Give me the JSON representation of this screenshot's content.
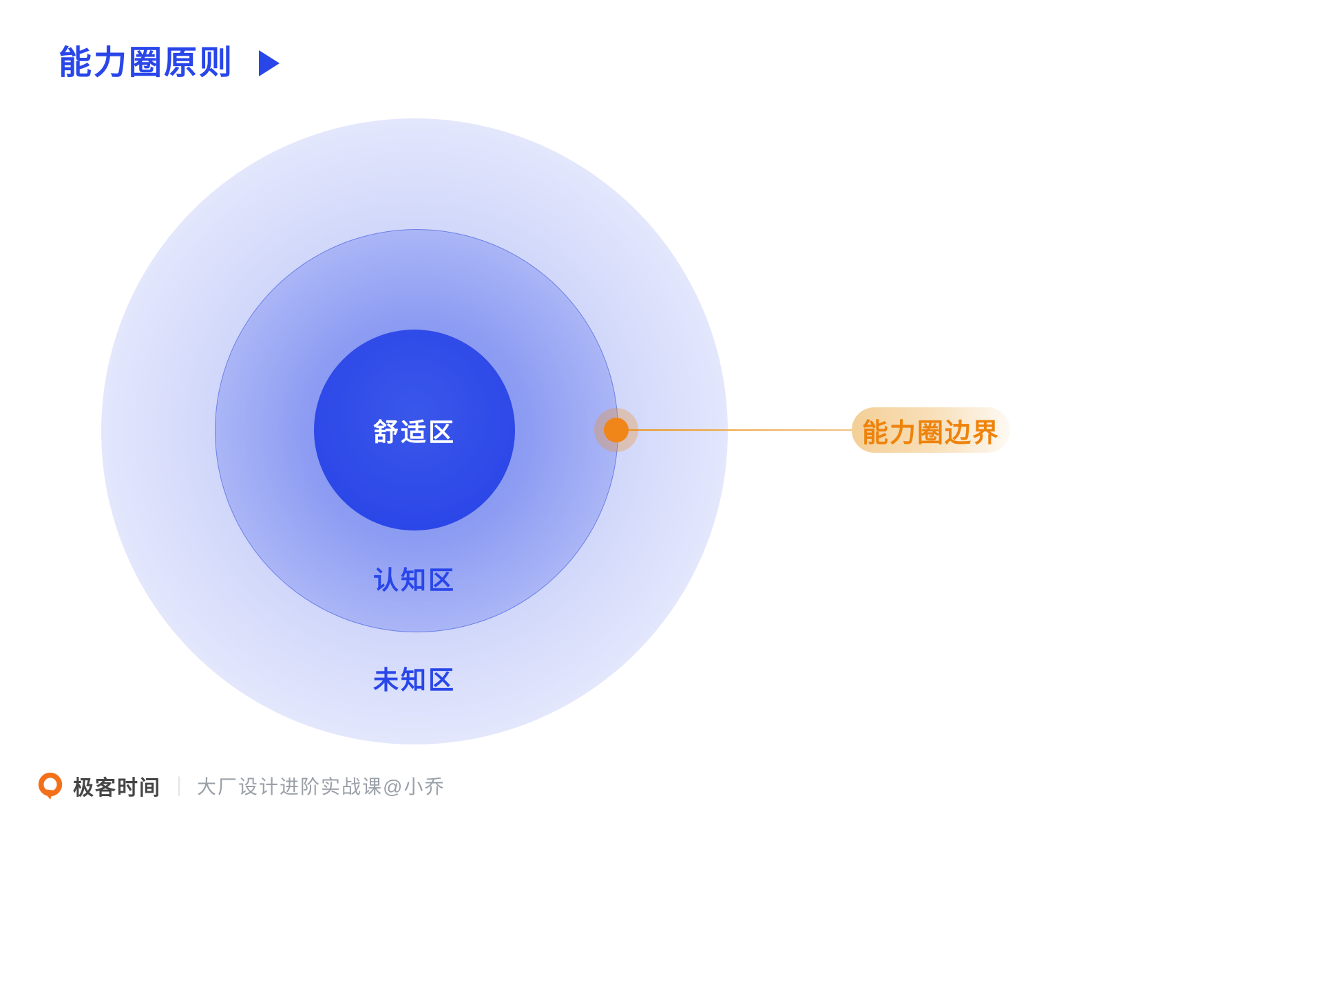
{
  "header": {
    "title": "能力圈原则"
  },
  "diagram": {
    "zones": [
      {
        "id": "comfort",
        "label": "舒适区"
      },
      {
        "id": "cognition",
        "label": "认知区"
      },
      {
        "id": "unknown",
        "label": "未知区"
      }
    ],
    "boundary": {
      "label": "能力圈边界"
    }
  },
  "footer": {
    "brand": "极客时间",
    "separator": "｜",
    "course": "大厂设计进阶实战课@小乔"
  },
  "colors": {
    "primary_blue": "#2946E8",
    "inner_circle_blue": "#2B46E7",
    "accent_orange": "#F08519",
    "boundary_text_orange": "#EE830C",
    "pill_background": "#F4CF96"
  }
}
